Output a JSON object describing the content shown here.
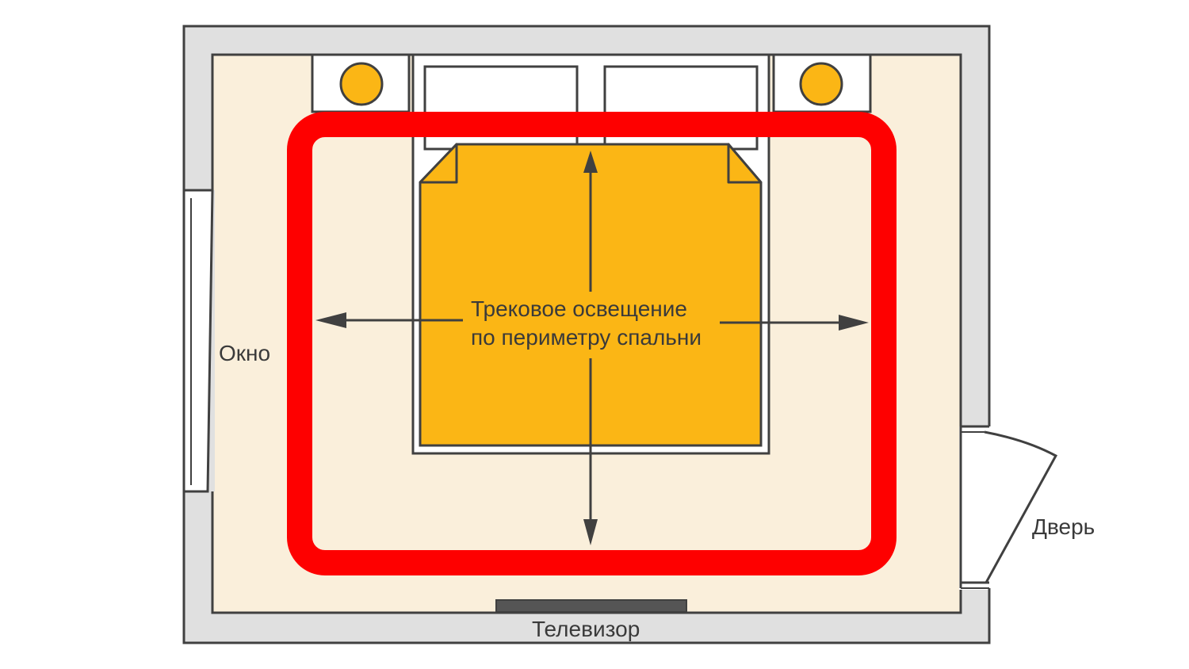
{
  "labels": {
    "track_line1": "Трековое освещение",
    "track_line2": "по периметру спальни",
    "window": "Окно",
    "door": "Дверь",
    "tv": "Телевизор"
  },
  "colors": {
    "wall_fill": "#e0e0e0",
    "outline": "#404040",
    "floor": "#faefdb",
    "track": "#fe0000",
    "bed_cover": "#fbb615",
    "lamp": "#fbb615",
    "white": "#ffffff",
    "tv": "#555555",
    "text": "#3a3a3a"
  },
  "icons": {
    "lamp_left": "lamp-circle-icon",
    "lamp_right": "lamp-circle-icon",
    "arrows": "arrow-icon"
  }
}
